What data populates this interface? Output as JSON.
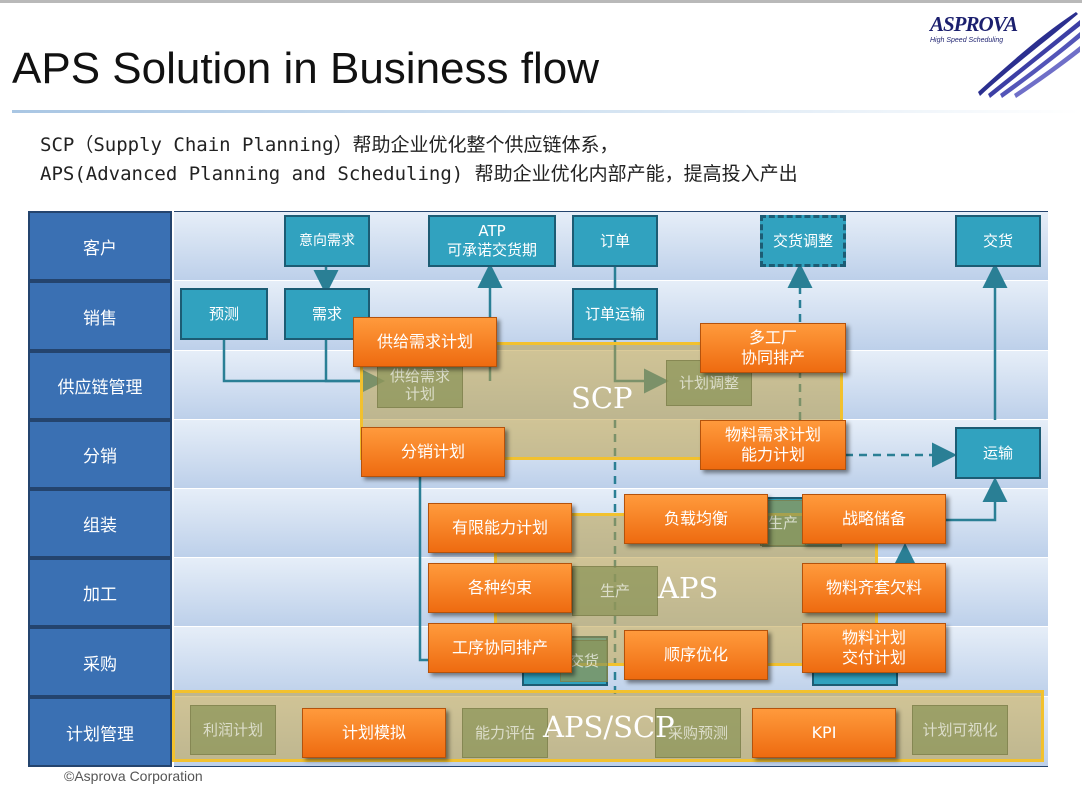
{
  "header": {
    "title": "APS Solution in Business flow",
    "subtitle_1": "SCP（Supply Chain Planning）帮助企业优化整个供应链体系，",
    "subtitle_2": "APS(Advanced Planning and Scheduling) 帮助企业优化内部产能，提高投入产出"
  },
  "logo": {
    "name": "ASPROVA",
    "tagline": "High Speed Scheduling",
    "accent": "#1b1f6e"
  },
  "rows": [
    "客户",
    "销售",
    "供应链管理",
    "分销",
    "组装",
    "加工",
    "采购",
    "计划管理"
  ],
  "teal_boxes": {
    "intent": "意向需求",
    "atp_1": "ATP",
    "atp_2": "可承诺交货期",
    "order": "订单",
    "delivery_adjust": "交货调整",
    "delivery": "交货",
    "forecast": "预测",
    "demand": "需求",
    "order_transport": "订单运输",
    "transport": "运输"
  },
  "faded_boxes": {
    "supply_demand_1": "供给需求",
    "supply_demand_2": "计划",
    "plan_adjust": "计划调整",
    "production": "生产",
    "production_2": "生产",
    "purchase_delivery": "交货",
    "profit_plan": "利润计划",
    "capacity_eval": "能力评估",
    "purchase_forecast": "采购预测",
    "plan_visual": "计划可视化"
  },
  "orange_boxes": {
    "supply_demand_plan": "供给需求计划",
    "multi_factory_1": "多工厂",
    "multi_factory_2": "协同排产",
    "distribution_plan": "分销计划",
    "mrp_1": "物料需求计划",
    "mrp_2": "能力计划",
    "finite_capacity": "有限能力计划",
    "load_balance": "负载均衡",
    "strategic_reserve": "战略储备",
    "constraints": "各种约束",
    "material_kitting": "物料齐套欠料",
    "process_sync": "工序协同排产",
    "sequence_opt": "顺序优化",
    "material_plan_1": "物料计划",
    "material_plan_2": "交付计划",
    "plan_simulation": "计划模拟",
    "kpi": "KPI"
  },
  "overlays": {
    "scp": "SCP",
    "aps": "APS",
    "aps_scp": "APS/SCP"
  },
  "footer": {
    "copyright": "©Asprova Corporation"
  },
  "colors": {
    "label_blue": "#3a70b3",
    "teal": "#31a2bf",
    "orange": "#f07a1c",
    "gold_border": "#f2c12e"
  }
}
